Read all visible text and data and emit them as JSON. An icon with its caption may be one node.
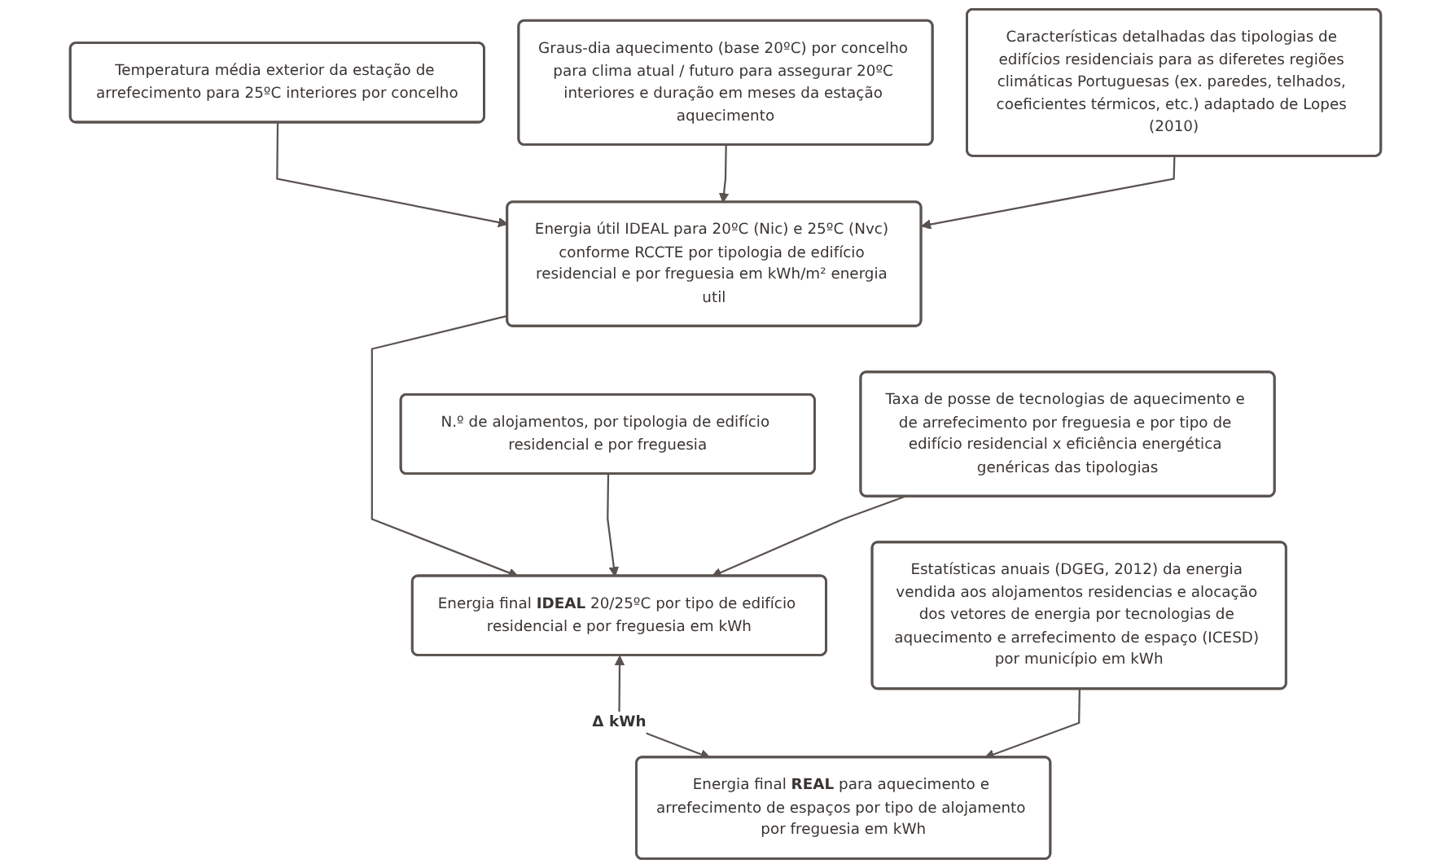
{
  "diagram": {
    "nodes": [
      {
        "text": [
          "Temperatura média exterior da estação de arrefecimento para 25ºC interiores por concelho"
        ]
      },
      {
        "text": [
          "Graus-dia aquecimento (base 20ºC) por concelho para clima atual / futuro para assegurar 20ºC interiores e duração em meses da estação aquecimento"
        ]
      },
      {
        "text": [
          "Energia útil IDEAL para 20ºC (Nic) e 25ºC (Nvc) conforme RCCTE por tipologia de edifício residencial e por freguesia em kWh/m² energia util"
        ]
      },
      {
        "text": [
          "Características detalhadas das tipologias de edifícios residenciais para as diferetes regiões climáticas Portuguesas (ex. paredes, telhados, coeficientes térmicos, etc.) adaptado de Lopes (2010)"
        ]
      },
      {
        "text": [
          "N.º de alojamentos, por tipologia de edifício residencial e por freguesia"
        ]
      },
      {
        "text": [
          "Taxa de posse de tecnologias de aquecimento e de arrefecimento por freguesia e por tipo de edifício residencial x eficiência energética genéricas das tipologias"
        ]
      },
      {
        "text": [
          "Energia final **IDEAL** 20/25ºC por tipo de edifício residencial e por freguesia em kWh"
        ]
      },
      {
        "text": [
          "Estatísticas anuais (DGEG, 2012) da energia vendida aos alojamentos residencias e alocação dos vetores de energia por tecnologias de aquecimento e arrefecimento de espaço (ICESD) por município em kWh"
        ]
      },
      {
        "text": [
          "Energia final **REAL** para aquecimento e arrefecimento de espaços por tipo de alojamento por freguesia em kWh"
        ]
      }
    ],
    "edges": [
      {
        "from": 0,
        "to": 2,
        "arrow": "to"
      },
      {
        "from": 1,
        "to": 2,
        "arrow": "to"
      },
      {
        "from": 3,
        "to": 2,
        "arrow": "to"
      },
      {
        "from": 2,
        "to": 6,
        "arrow": "to"
      },
      {
        "from": 4,
        "to": 6,
        "arrow": "to"
      },
      {
        "from": 5,
        "to": 6,
        "arrow": "to"
      },
      {
        "from": 6,
        "to": 8,
        "arrow": "both",
        "label": "Δ kWh"
      },
      {
        "from": 7,
        "to": 8,
        "arrow": "to"
      }
    ]
  }
}
